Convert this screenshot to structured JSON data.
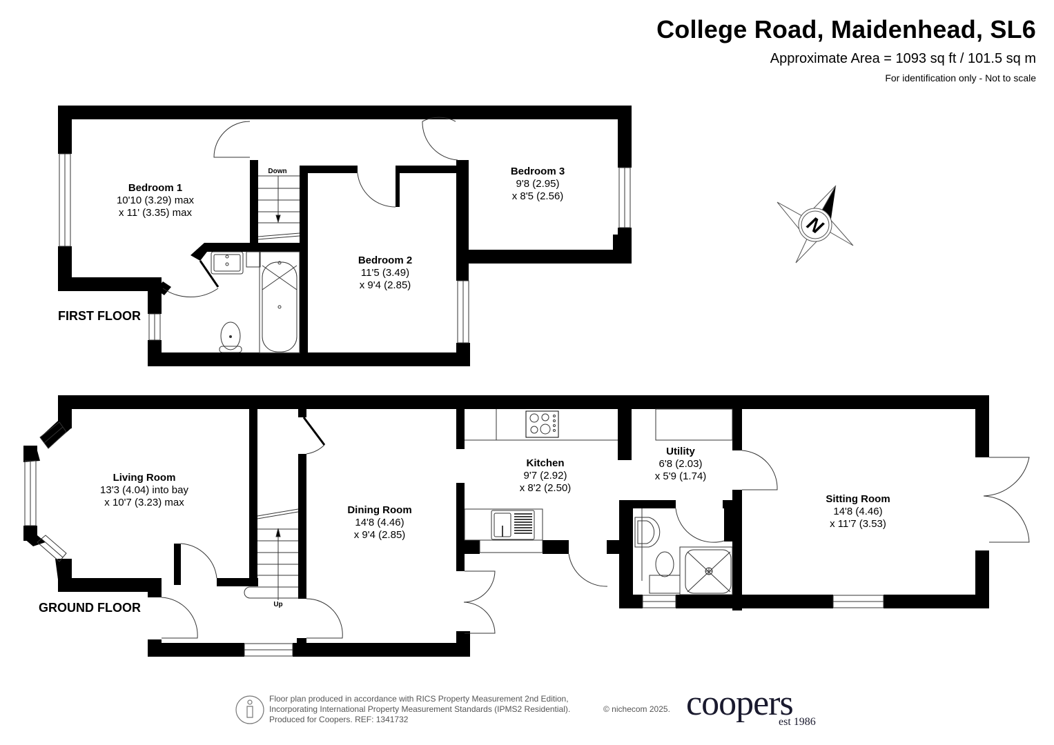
{
  "header": {
    "title": "College Road, Maidenhead, SL6",
    "area": "Approximate Area = 1093 sq ft / 101.5 sq m",
    "note": "For identification only - Not to scale"
  },
  "floors": {
    "first": {
      "label": "FIRST FLOOR",
      "stair_label": "Down",
      "rooms": [
        {
          "name": "Bedroom 1",
          "dim1": "10'10 (3.29) max",
          "dim2": "x 11' (3.35) max"
        },
        {
          "name": "Bedroom 2",
          "dim1": "11'5 (3.49)",
          "dim2": "x 9'4 (2.85)"
        },
        {
          "name": "Bedroom 3",
          "dim1": "9'8 (2.95)",
          "dim2": "x 8'5 (2.56)"
        }
      ]
    },
    "ground": {
      "label": "GROUND FLOOR",
      "stair_label": "Up",
      "rooms": [
        {
          "name": "Living Room",
          "dim1": "13'3 (4.04) into bay",
          "dim2": "x 10'7 (3.23) max"
        },
        {
          "name": "Dining Room",
          "dim1": "14'8 (4.46)",
          "dim2": "x 9'4 (2.85)"
        },
        {
          "name": "Kitchen",
          "dim1": "9'7 (2.92)",
          "dim2": "x 8'2 (2.50)"
        },
        {
          "name": "Utility",
          "dim1": "6'8 (2.03)",
          "dim2": "x 5'9 (1.74)"
        },
        {
          "name": "Sitting Room",
          "dim1": "14'8 (4.46)",
          "dim2": "x 11'7 (3.53)"
        }
      ]
    }
  },
  "compass": {
    "icon": "north-compass-icon",
    "letter": "N"
  },
  "footer": {
    "line1": "Floor plan produced in accordance with RICS Property Measurement 2nd Edition,",
    "line2": "Incorporating International Property Measurement Standards (IPMS2 Residential).",
    "line3": "Produced for Coopers.   REF: 1341732",
    "copyright": "© nichecom 2025.",
    "brand": "coopers",
    "brand_sub": "est 1986"
  },
  "colors": {
    "wall": "#000000",
    "line": "#333333",
    "background": "#ffffff",
    "brand": "#1a1a2e"
  }
}
